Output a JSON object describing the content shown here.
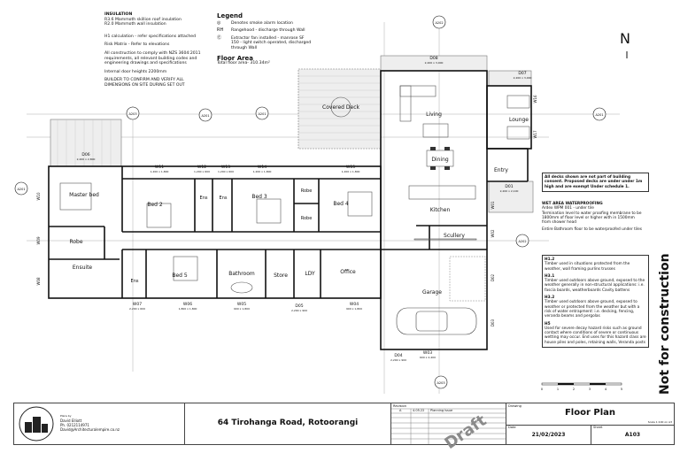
{
  "notes": {
    "insulation_heading": "INSULATION",
    "insulation_lines": [
      "R3.6 Mammoth skillion roof insulation",
      "R2.0 Mammoth wall insulation"
    ],
    "h1": "H1 calculation - refer specifications attached",
    "risk": "Risk Matrix - Refer to elevations",
    "construction": "All construction to comply with NZS 3604:2011 requirements, all relevant building codes and engineering drawings and specifications",
    "door_height": "Internal door heights 2200mm",
    "builder": "BUILDER TO CONFIRM AND VERIFY ALL DIMENSIONS ON SITE DURING SET OUT"
  },
  "legend": {
    "title": "Legend",
    "items": [
      {
        "symbol": "smoke-alarm-icon",
        "code": "◎",
        "text": "Denotes smoke alarm location"
      },
      {
        "symbol": "rangehood-icon",
        "code": "RH",
        "text": "Rangehood - discharge through Wall"
      },
      {
        "symbol": "extractor-fan-icon",
        "code": "Ⓔ",
        "text": "Extractor fan installed - manrose SF 150 - light switch operated, discharged through Wall"
      }
    ],
    "floor_area_title": "Floor Area",
    "floor_area_text": "Total floor area- 310.34m²"
  },
  "north_label": "N",
  "rooms": {
    "master_bed": "Master bed",
    "bed2": "Bed 2",
    "ens1": "Ens",
    "ens2": "Ens",
    "bed3": "Bed 3",
    "robe1": "Robe",
    "robe2": "Robe",
    "bed4": "Bed 4",
    "robe3": "Robe",
    "ensuite": "Ensuite",
    "ens3": "Ens",
    "bed5": "Bed 5",
    "bathroom": "Bathroom",
    "store": "Store",
    "ldy": "LDY",
    "office": "Office",
    "covered_deck": "Covered Deck",
    "living": "Living",
    "lounge": "Lounge",
    "dining": "Dining",
    "entry": "Entry",
    "kitchen": "Kitchen",
    "scullery": "Scullery",
    "garage": "Garage"
  },
  "openings": [
    {
      "id": "W11",
      "size": "1,200 x 1,800"
    },
    {
      "id": "W12",
      "size": "1,200 x 600"
    },
    {
      "id": "W13",
      "size": "1,200 x 600"
    },
    {
      "id": "W14",
      "size": "1,200 x 1,800"
    },
    {
      "id": "W15",
      "size": "1,200 x 1,800"
    },
    {
      "id": "W07",
      "size": "2,200 x 600"
    },
    {
      "id": "W06",
      "size": "1,800 x 1,800"
    },
    {
      "id": "W05",
      "size": "900 x 1,800"
    },
    {
      "id": "D05",
      "size": "2,200 x 900"
    },
    {
      "id": "W04",
      "size": "900 x 1,800"
    },
    {
      "id": "D04",
      "size": "2,200 x 900"
    },
    {
      "id": "W03",
      "size": "600 x 2,400"
    },
    {
      "id": "D08",
      "size": "2,200 x 3,000"
    },
    {
      "id": "D07",
      "size": "2,200 x 3,000"
    },
    {
      "id": "D06",
      "size": "2,200 x 2,800"
    },
    {
      "id": "D01",
      "size": "2,200 x 2,100"
    }
  ],
  "side_openings": [
    "W10",
    "W09",
    "W08",
    "W16",
    "W17",
    "W01",
    "W02",
    "D02",
    "D03"
  ],
  "section_markers": [
    "A201",
    "A201",
    "A201",
    "A201",
    "A202",
    "A202",
    "A203",
    "A203"
  ],
  "right_notes": {
    "deck_note": "All decks shown are not part of building consent. Proposed decks are under under 1m high and are exempt Under schedule 1.",
    "wet_heading": "WET AREA WATERPROOFING",
    "wet_lines": [
      "Ardex WPM 001 - under tile",
      "Termination level to water proofing membrane to be 1800mm of floor level or higher with in 1500mm from shower head"
    ],
    "wet_entire": "Entire Bathroom floor to be waterproofed under tiles",
    "h12_heading": "H1.2",
    "h12": "Timber used in situations protected from the weather, wall framing purlins trusses",
    "h31_heading": "H3.1",
    "h31": "Timber used outdoors above ground, exposed to the weather generally in non-structural applications: i.e. fascia boards, weatherboards Cavity battens",
    "h32_heading": "H3.2",
    "h32": "Timber used outdoors above ground, exposed to weather or protected from the weather but with a risk of water entrapment: i.e. decking, fencing, veranda beams and pergolas",
    "h5_heading": "H5",
    "h5": "Used for severe decay hazard risks such as ground contact where conditions of severe or continuous wetting may occur. End uses for this hazard class are house piles and poles, retaining walls, Veranda posts"
  },
  "scale_bar": [
    "0",
    "1",
    "2",
    "3",
    "4",
    "5"
  ],
  "not_for_construction": "Not for construction",
  "title_block": {
    "logo_text": "LICENSED BUILDING PRACTITIONERS",
    "plans_by_label": "Plans by",
    "designer": "David Elliott",
    "phone": "Ph. 0212114971",
    "email": "David@Architecturalempire.co.nz",
    "address": "64 Tirohanga Road, Rotoorangi",
    "revision_label": "Revision",
    "revision": {
      "rev": "A",
      "date": "4.05.22",
      "note": "Planning lssue"
    },
    "draft_stamp": "Draft",
    "drawing_label": "Drawing",
    "drawing": "Floor Plan",
    "scale": "Scale 1:100 on A3",
    "date_label": "Date",
    "date": "21/02/2023",
    "sheet_label": "Sheet",
    "sheet": "A103"
  }
}
